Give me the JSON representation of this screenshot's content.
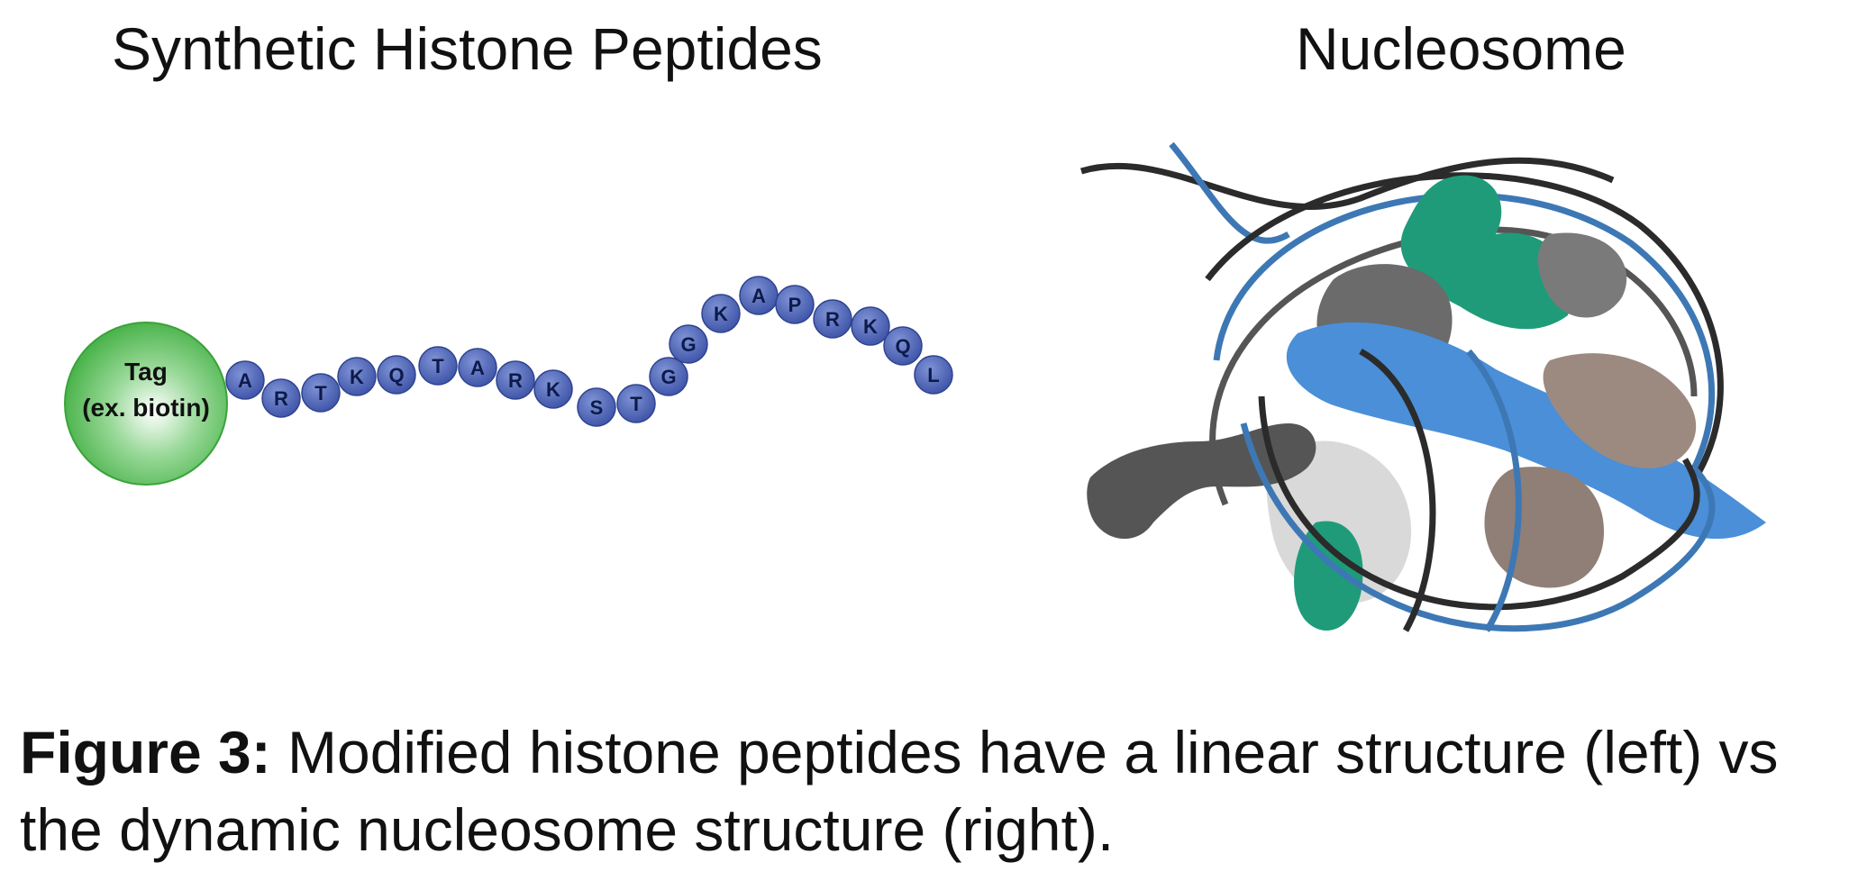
{
  "titles": {
    "left": "Synthetic Histone Peptides",
    "right": "Nucleosome"
  },
  "peptide": {
    "tag_line1": "Tag",
    "tag_line2": "(ex. biotin)",
    "tag_color": "#5cc05c",
    "residue_color": "#4a62b8",
    "residues": [
      "A",
      "R",
      "T",
      "K",
      "Q",
      "T",
      "A",
      "R",
      "K",
      "S",
      "T",
      "G",
      "G",
      "K",
      "A",
      "P",
      "R",
      "K",
      "Q",
      "L"
    ]
  },
  "nucleosome": {
    "colors": {
      "green": "#1f9b7a",
      "blue": "#4a8fd8",
      "gray": "#6b6b6b",
      "taupe": "#9c8a80",
      "dna_dark": "#2b2b2b",
      "dna_blue": "#3d78b5"
    }
  },
  "caption": {
    "label": "Figure 3:",
    "text": " Modified histone peptides have a linear structure (left) vs the dynamic nucleosome structure (right)."
  }
}
